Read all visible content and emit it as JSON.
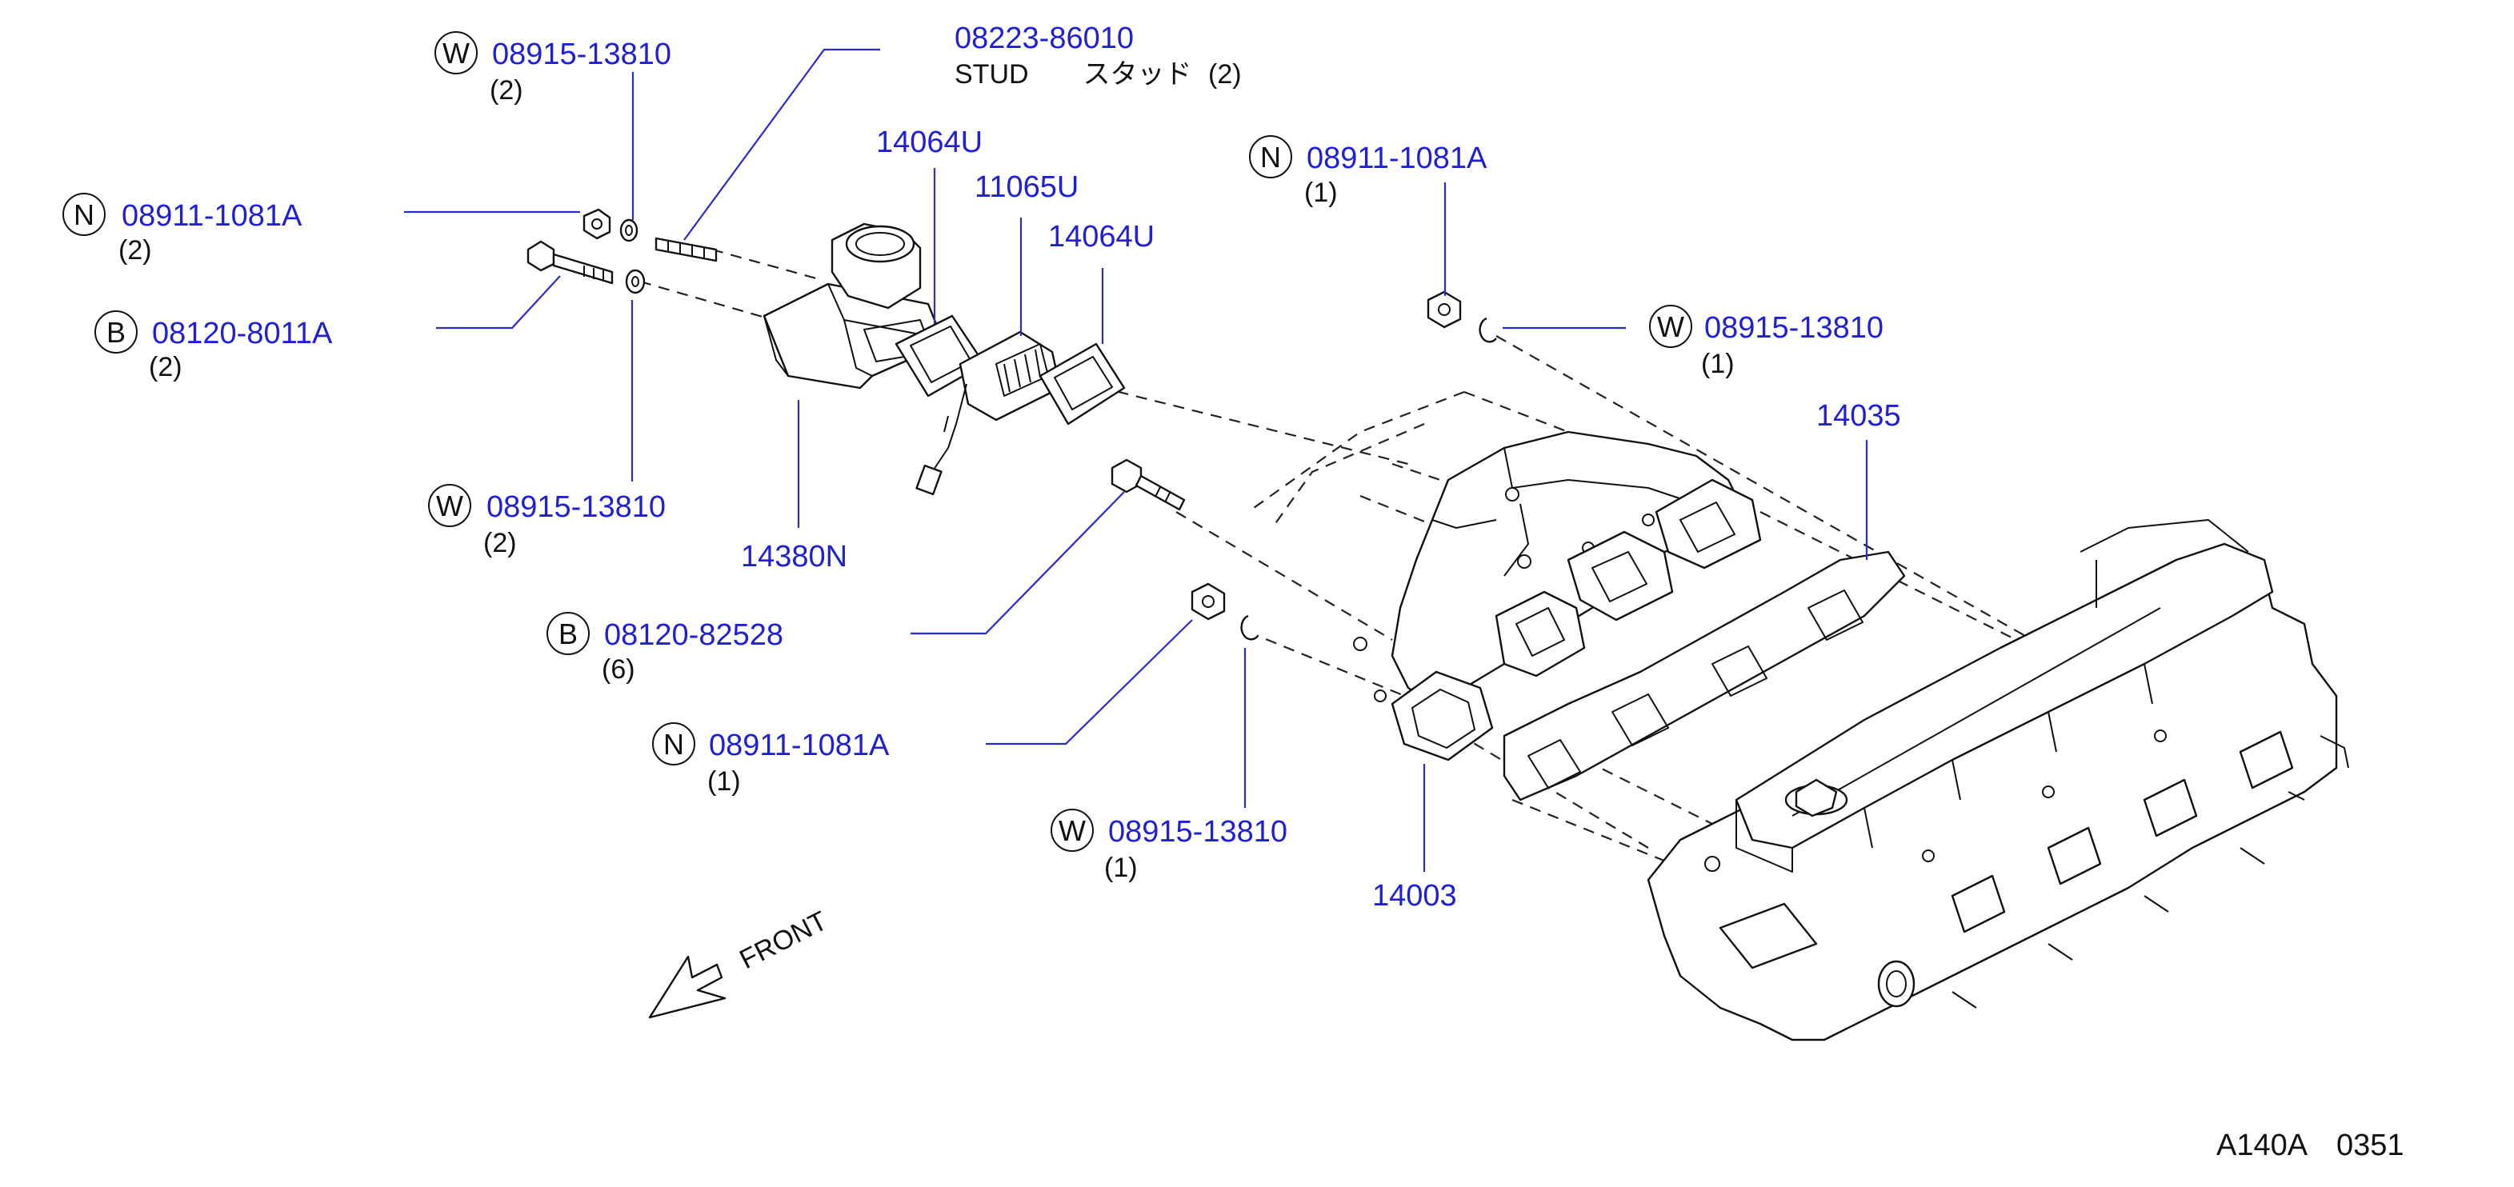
{
  "callouts": [
    {
      "id": "w1",
      "symbol": "W",
      "part": "08915-13810",
      "qty": "(2)"
    },
    {
      "id": "stud",
      "part": "08223-86010",
      "desc": "STUD　　スタッド",
      "qty": "(2)"
    },
    {
      "id": "n1",
      "symbol": "N",
      "part": "08911-1081A",
      "qty": "(2)"
    },
    {
      "id": "b1",
      "symbol": "B",
      "part": "08120-8011A",
      "qty": "(2)"
    },
    {
      "id": "w2",
      "symbol": "W",
      "part": "08915-13810",
      "qty": "(2)"
    },
    {
      "id": "p14380n",
      "part": "14380N"
    },
    {
      "id": "p14064u_a",
      "part": "14064U"
    },
    {
      "id": "p11065u",
      "part": "11065U"
    },
    {
      "id": "p14064u_b",
      "part": "14064U"
    },
    {
      "id": "n2",
      "symbol": "N",
      "part": "08911-1081A",
      "qty": "(1)"
    },
    {
      "id": "w3",
      "symbol": "W",
      "part": "08915-13810",
      "qty": "(1)"
    },
    {
      "id": "p14035",
      "part": "14035"
    },
    {
      "id": "b2",
      "symbol": "B",
      "part": "08120-82528",
      "qty": "(6)"
    },
    {
      "id": "n3",
      "symbol": "N",
      "part": "08911-1081A",
      "qty": "(1)"
    },
    {
      "id": "w4",
      "symbol": "W",
      "part": "08915-13810",
      "qty": "(1)"
    },
    {
      "id": "p14003",
      "part": "14003"
    }
  ],
  "front_label": "FRONT",
  "diagram_ref": "A140A　0351",
  "colors": {
    "part_number": "#1f1fd6",
    "line_art": "#111111",
    "leader": "#2a2ad0"
  }
}
